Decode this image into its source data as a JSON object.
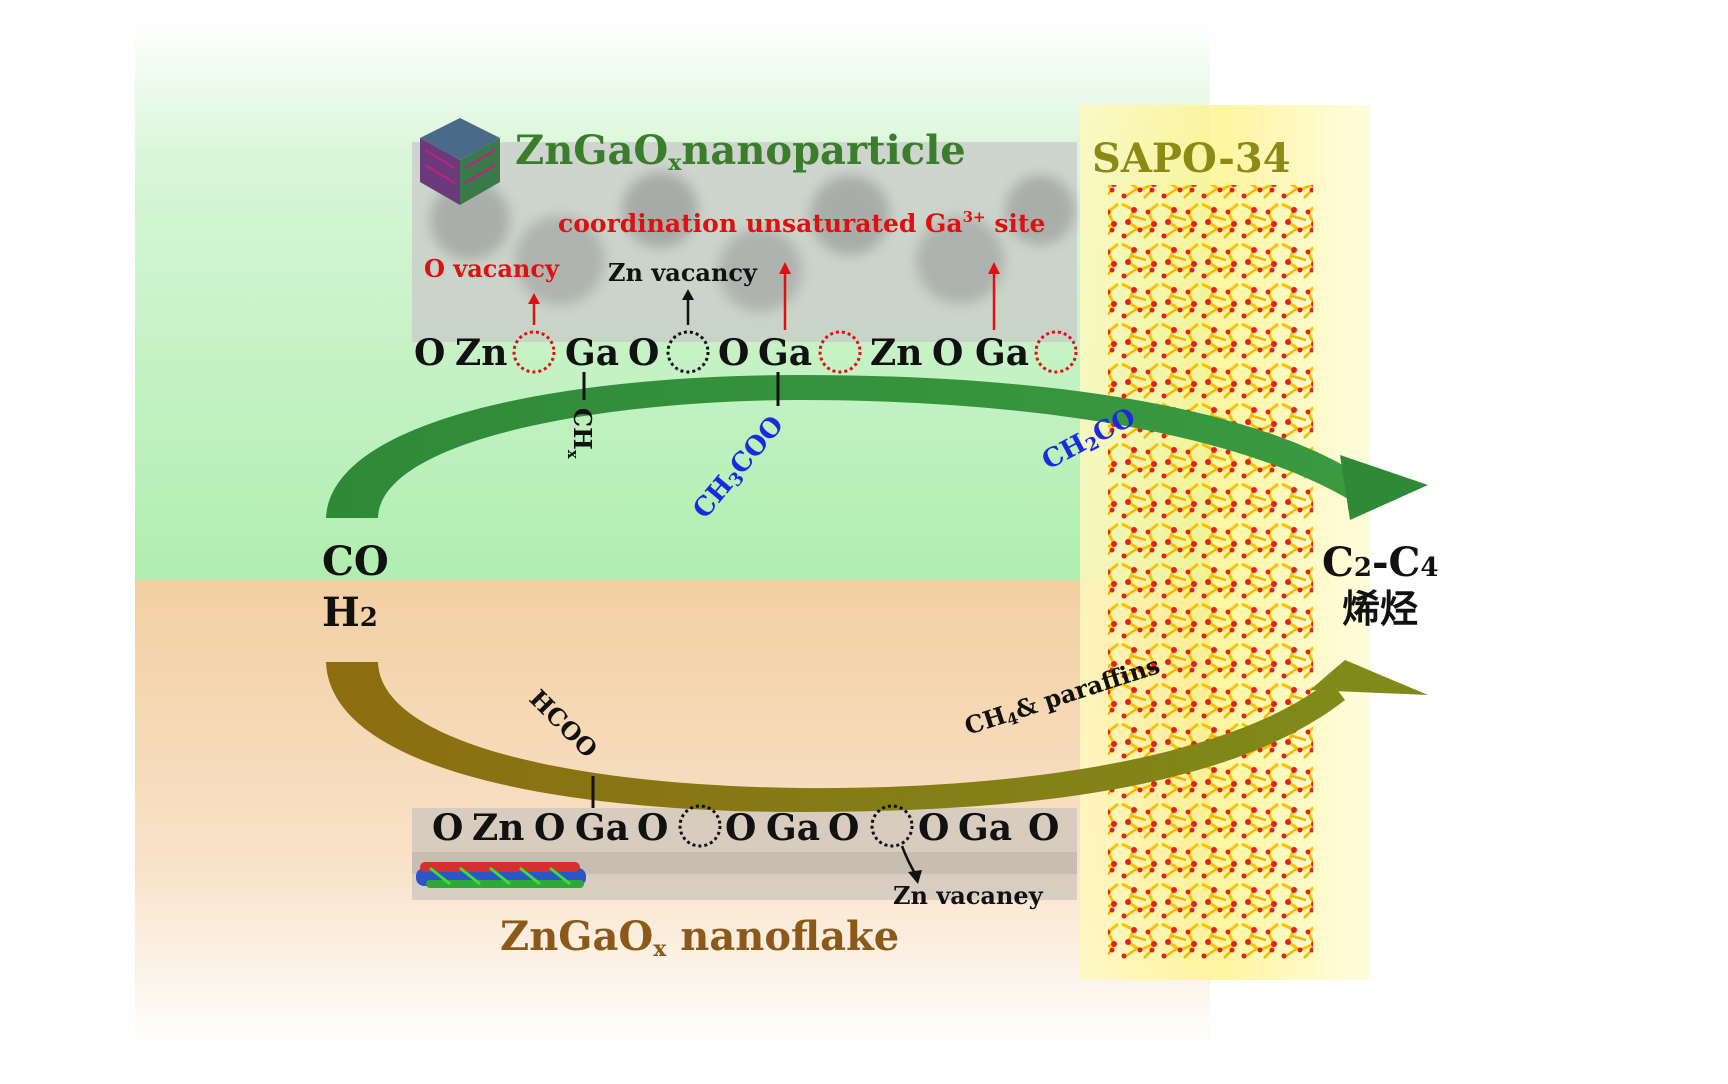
{
  "nanoparticle": {
    "title_prefix": "ZnGaO",
    "title_sub": "x",
    "title_suffix": "nanoparticle",
    "site_label_main": "coordination unsaturated Ga",
    "site_label_sup": "3+",
    "site_label_tail": " site",
    "o_vacancy": "O vacancy",
    "zn_vacancy": "Zn vacancy",
    "chain": [
      "O",
      "Zn",
      "Ga",
      "O",
      "O",
      "Ga",
      "Zn",
      "O",
      "Ga"
    ],
    "ch_main": "CH",
    "ch_sub": "x",
    "ch3coo_a": "CH",
    "ch3coo_b": "3",
    "ch3coo_c": "COO",
    "ch2co_a": "CH",
    "ch2co_b": "2",
    "ch2co_c": "CO"
  },
  "sapo": {
    "label": "SAPO-34"
  },
  "reactant": {
    "line1": "CO",
    "line2_main": "H",
    "line2_sub": "2"
  },
  "product": {
    "line1_a": "C",
    "line1_b": "2",
    "line1_c": "-C",
    "line1_d": "4",
    "line2": "烯烃"
  },
  "nanoflake": {
    "title_prefix": "ZnGaO",
    "title_sub": "x",
    "title_suffix": " nanoflake",
    "chain": [
      "O",
      "Zn",
      "O",
      "Ga",
      "O",
      "O",
      "Ga",
      "O",
      "O",
      "Ga",
      "O"
    ],
    "hcoo": "HCOO",
    "zn_vacancy": "Zn vacaney",
    "paraffin_a": "CH",
    "paraffin_b": "4",
    "paraffin_c": "& paraffins"
  },
  "colors": {
    "green_region": "#b4f0b4",
    "orange_region": "#f5cfa3",
    "green_arrow": "#2e8b3a",
    "olive_arrow": "#8c7a12",
    "red_label": "#e01010",
    "blue_label": "#1a2ae0",
    "nanoparticle_title": "#3a7d2a",
    "nanoflake_title": "#8b5a1a",
    "sapo_title": "#8a8a14"
  }
}
